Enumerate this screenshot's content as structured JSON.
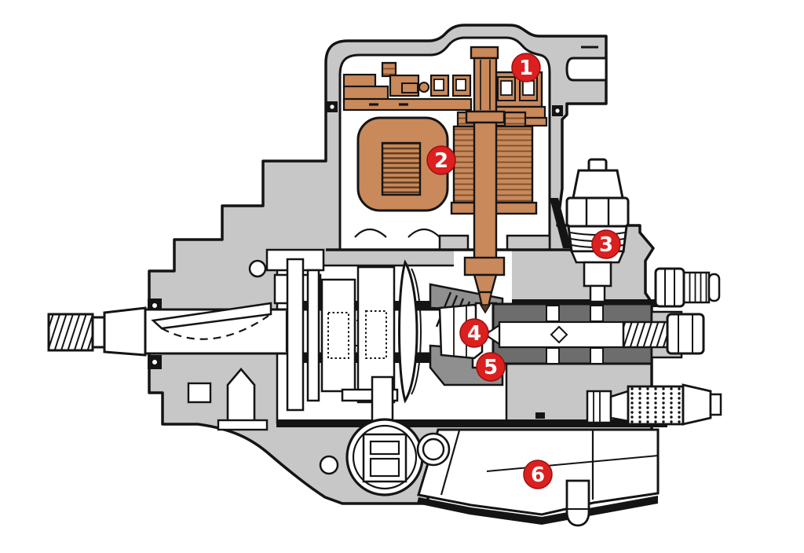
{
  "figure": {
    "kind": "technical-cutaway-diagram",
    "description_visible_text": ""
  },
  "callouts": [
    {
      "label": "1"
    },
    {
      "label": "2"
    },
    {
      "label": "3"
    },
    {
      "label": "4"
    },
    {
      "label": "5"
    },
    {
      "label": "6"
    }
  ],
  "colors": {
    "callout_red": "#dc1f1f",
    "callout_rim": "#9b1010",
    "component_orange": "#c9895b",
    "component_orange_dark": "#6e4422",
    "housing_gray": "#c7c7c7",
    "mid_gray": "#8f8f8f",
    "dark_gray": "#6d6d6d",
    "outline_black": "#141414",
    "background": "#ffffff"
  }
}
